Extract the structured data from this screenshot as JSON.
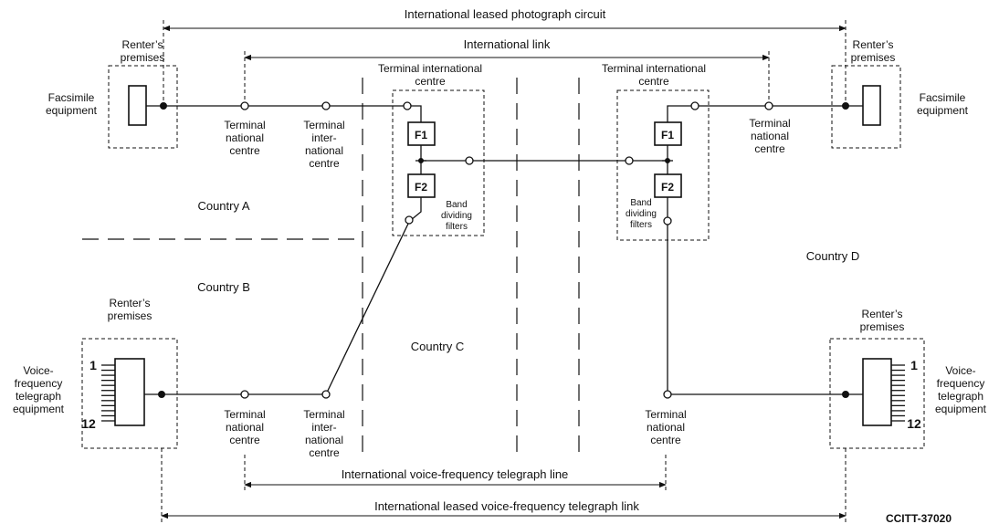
{
  "dimensions": {
    "photo_circuit": "International leased photograph circuit",
    "intl_link": "International link",
    "vf_line": "International voice-frequency telegraph line",
    "vf_link": "International leased voice-frequency telegraph link"
  },
  "premises": {
    "renters": "Renter’s",
    "premises": "premises"
  },
  "equipment": {
    "fax_1": "Facsimile",
    "fax_2": "equipment",
    "vf_1": "Voice-",
    "vf_2": "frequency",
    "vf_3": "telegraph",
    "vf_4": "equipment",
    "ch_first": "1",
    "ch_last": "12"
  },
  "centres": {
    "tnc_1": "Terminal",
    "tnc_2": "national",
    "tnc_3": "centre",
    "tinter_1": "Terminal",
    "tinter_2": "inter-",
    "tinter_3": "national",
    "tinter_4": "centre",
    "tic_1": "Terminal international",
    "tic_2": "centre"
  },
  "filters": {
    "f1": "F1",
    "f2": "F2",
    "bdf_1": "Band",
    "bdf_2": "dividing",
    "bdf_3": "filters"
  },
  "countries": {
    "a": "Country A",
    "b": "Country B",
    "c": "Country C",
    "d": "Country D"
  },
  "reference": "CCITT-37020"
}
